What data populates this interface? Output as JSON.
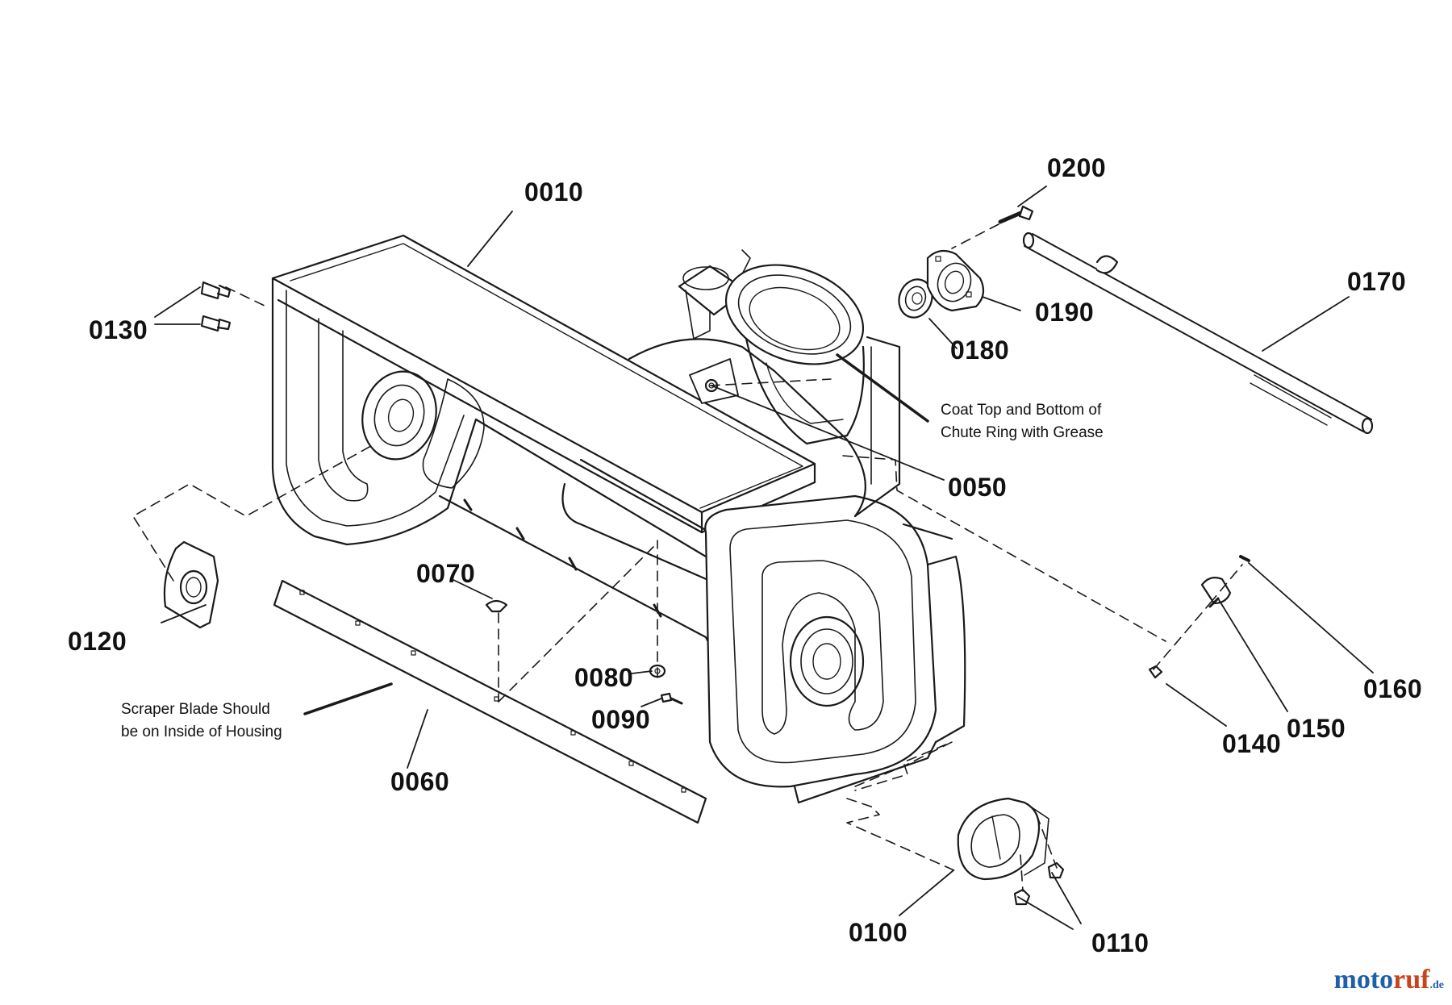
{
  "parts": [
    {
      "id": "0010",
      "label": "0010"
    },
    {
      "id": "0050",
      "label": "0050"
    },
    {
      "id": "0060",
      "label": "0060"
    },
    {
      "id": "0070",
      "label": "0070"
    },
    {
      "id": "0080",
      "label": "0080"
    },
    {
      "id": "0090",
      "label": "0090"
    },
    {
      "id": "0100",
      "label": "0100"
    },
    {
      "id": "0110",
      "label": "0110"
    },
    {
      "id": "0120",
      "label": "0120"
    },
    {
      "id": "0130",
      "label": "0130"
    },
    {
      "id": "0140",
      "label": "0140"
    },
    {
      "id": "0150",
      "label": "0150"
    },
    {
      "id": "0160",
      "label": "0160"
    },
    {
      "id": "0170",
      "label": "0170"
    },
    {
      "id": "0180",
      "label": "0180"
    },
    {
      "id": "0190",
      "label": "0190"
    },
    {
      "id": "0200",
      "label": "0200"
    }
  ],
  "notes": {
    "chute": {
      "line1": "Coat Top and Bottom of",
      "line2": "Chute Ring with Grease"
    },
    "scraper": {
      "line1": "Scraper Blade Should",
      "line2": "be on Inside of Housing"
    }
  },
  "watermark": {
    "part1": "moto",
    "part2": "ruf",
    "part3": ".de"
  }
}
